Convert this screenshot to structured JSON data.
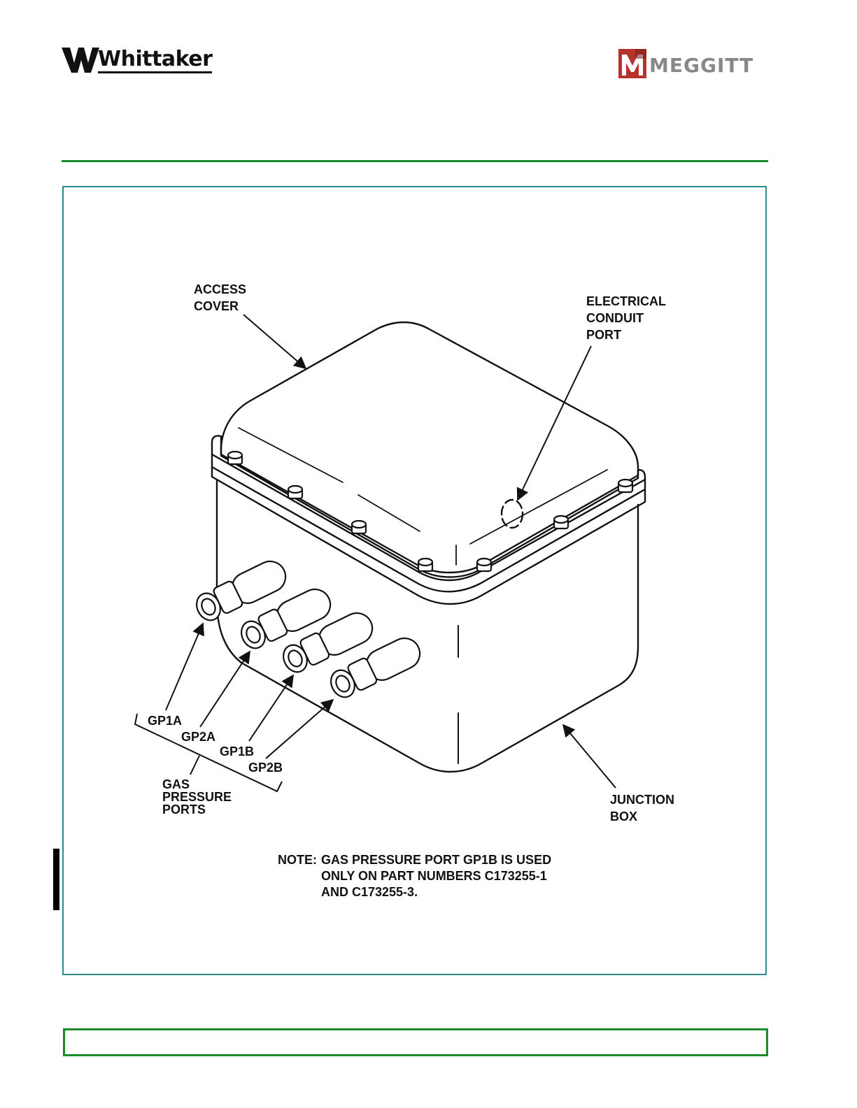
{
  "header": {
    "left_logo_text": "Whittaker",
    "right_logo_text": "MEGGITT",
    "brand_green": "#1b8a2a",
    "frame_teal": "#2a8d8a",
    "meggitt_red": "#b5332b"
  },
  "figure": {
    "labels": {
      "access_cover": [
        "ACCESS",
        "COVER"
      ],
      "electrical_conduit_port": [
        "ELECTRICAL",
        "CONDUIT",
        "PORT"
      ],
      "junction_box": [
        "JUNCTION",
        "BOX"
      ],
      "gp1a": "GP1A",
      "gp2a": "GP2A",
      "gp1b": "GP1B",
      "gp2b": "GP2B",
      "gas_pressure_ports": [
        "GAS",
        "PRESSURE",
        "PORTS"
      ]
    },
    "note": {
      "prefix": "NOTE:",
      "lines": [
        "GAS PRESSURE PORT GP1B IS USED",
        "ONLY ON PART NUMBERS C173255-1",
        "AND C173255-3."
      ]
    }
  }
}
